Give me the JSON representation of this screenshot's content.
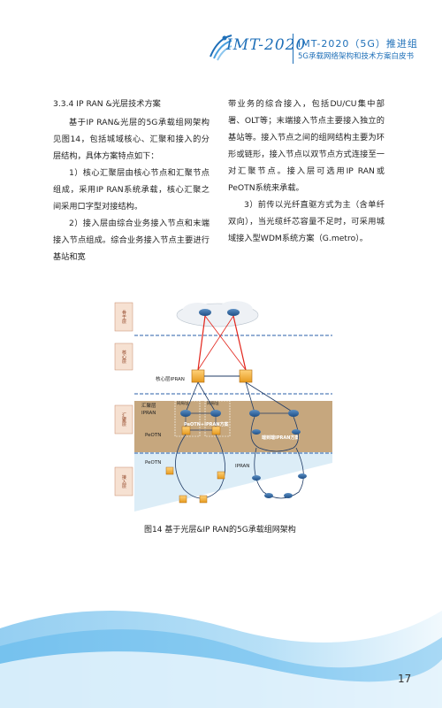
{
  "header": {
    "logo_text": "IMT-2020",
    "title": "IMT-2020（5G）推进组",
    "subtitle": "5G承载网络架构和技术方案白皮书"
  },
  "body": {
    "section_title": "3.3.4 IP RAN &光层技术方案",
    "left_paragraphs": [
      "基于IP RAN&光层的5G承载组网架构见图14，包括城域核心、汇聚和接入的分层结构，具体方案特点如下：",
      "1）核心汇聚层由核心节点和汇聚节点组成，采用IP RAN系统承载，核心汇聚之间采用口字型对接结构。",
      "2）接入层由综合业务接入节点和末端接入节点组成。综合业务接入节点主要进行基站和宽"
    ],
    "right_paragraphs": [
      "带业务的综合接入，包括DU/CU集中部署、OLT等；末端接入节点主要接入独立的基站等。接入节点之间的组网结构主要为环形或链形，接入节点以双节点方式连接至一对汇聚节点。接入层可选用IP RAN或PeOTN系统来承载。",
      "3）前传以光纤直驱方式为主（含单纤双向），当光缆纤芯容量不足时，可采用城域接入型WDM系统方案（G.metro）。"
    ]
  },
  "figure": {
    "layers": [
      "骨干层",
      "核心层",
      "汇聚层",
      "接入层"
    ],
    "labels": {
      "core_iptran": "核心层IPRAN",
      "agg_iptran_a": "汇聚层",
      "agg_iptran_b": "IPRAN",
      "peotn": "PeOTN",
      "same_site_1": "同局址",
      "same_site_2": "同局址",
      "scheme_left": "PeOTN+IPRAN方案",
      "scheme_right": "端到端IPRAN方案",
      "access_peotn": "PeOTN",
      "access_ipran": "IPRAN"
    },
    "caption": "图14  基于光层&IP RAN的5G承载组网架构"
  },
  "footer": {
    "page_number": "17"
  },
  "colors": {
    "brand_blue": "#1e6fb8",
    "layer_label_bg": "#f6e1d2",
    "agg_band": "#c6a77e",
    "access_band": "#d3e8f5",
    "red_link": "#e2231a"
  }
}
